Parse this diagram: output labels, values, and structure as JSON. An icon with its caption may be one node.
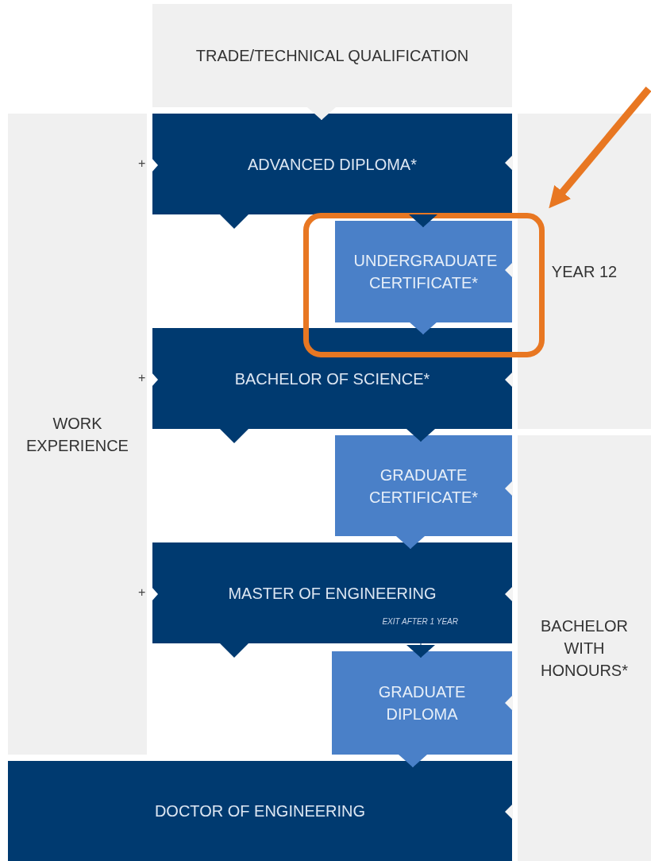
{
  "diagram": {
    "nodes": [
      {
        "text": [
          "TRADE/TECHNICAL QUALIFICATION"
        ]
      },
      {
        "text": [
          "ADVANCED DIPLOMA*"
        ]
      },
      {
        "text": [],
        "shape": "box"
      },
      {
        "text": [
          "UNDERGRADUATE CERTIFICATE*"
        ],
        "in": 2
      },
      {
        "text": [
          "YEAR 12"
        ]
      },
      {
        "text": [
          "WORK EXPERIENCE"
        ]
      },
      {
        "text": [
          "BACHELOR OF SCIENCE*"
        ]
      },
      {
        "text": [
          "GRADUATE CERTIFICATE*"
        ]
      },
      {
        "text": [
          "MASTER OF ENGINEERING",
          "EXIT AFTER 1 YEAR"
        ]
      },
      {
        "text": [
          "BACHELOR WITH HONOURS*"
        ]
      },
      {
        "text": [
          "GRADUATE DIPLOMA"
        ]
      },
      {
        "text": [
          "DOCTOR OF ENGINEERING"
        ]
      }
    ],
    "edges": [
      {
        "from": 0,
        "to": 1,
        "arrow": "to",
        "color": "#f0f0f0"
      },
      {
        "from": 1,
        "to": 3,
        "arrow": "to"
      },
      {
        "from": 3,
        "to": 6,
        "arrow": "to"
      },
      {
        "from": 6,
        "to": 7,
        "arrow": "to"
      },
      {
        "from": 7,
        "to": 8,
        "arrow": "to"
      },
      {
        "from": 8,
        "to": 10,
        "arrow": "to"
      },
      {
        "from": 10,
        "to": 11,
        "arrow": "to"
      },
      {
        "from": null,
        "to": 2,
        "arrow": "to",
        "style": "thick",
        "color": "#e87722"
      }
    ],
    "labels": [
      "+",
      "+",
      "+"
    ]
  }
}
